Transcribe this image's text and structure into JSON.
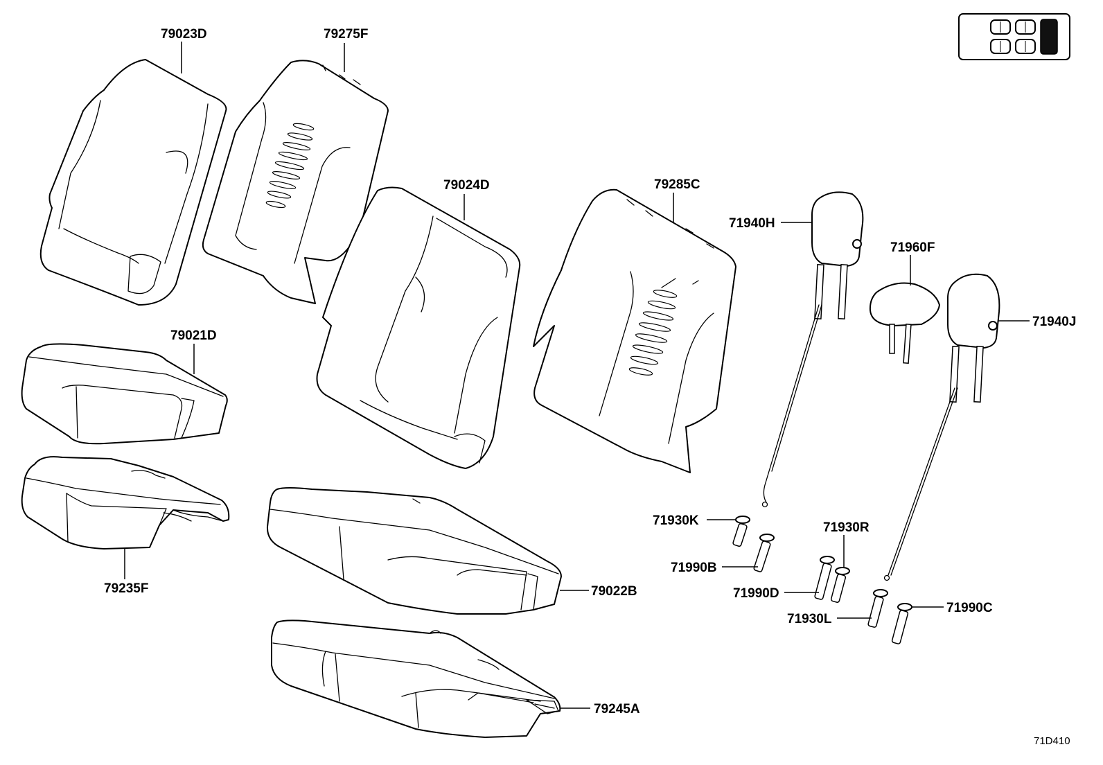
{
  "parts": {
    "p79023D": "79023D",
    "p79275F": "79275F",
    "p79024D": "79024D",
    "p79285C": "79285C",
    "p71940H": "71940H",
    "p71960F": "71960F",
    "p71940J": "71940J",
    "p79021D": "79021D",
    "p79235F": "79235F",
    "p79022B": "79022B",
    "p79245A": "79245A",
    "p71930K": "71930K",
    "p71990B": "71990B",
    "p71930R": "71930R",
    "p71990D": "71990D",
    "p71930L": "71930L",
    "p71990C": "71990C"
  },
  "diagram_code": "71D410",
  "seat_indicator": {
    "highlighted_position": "rear-right",
    "highlight_color": "#000000"
  }
}
